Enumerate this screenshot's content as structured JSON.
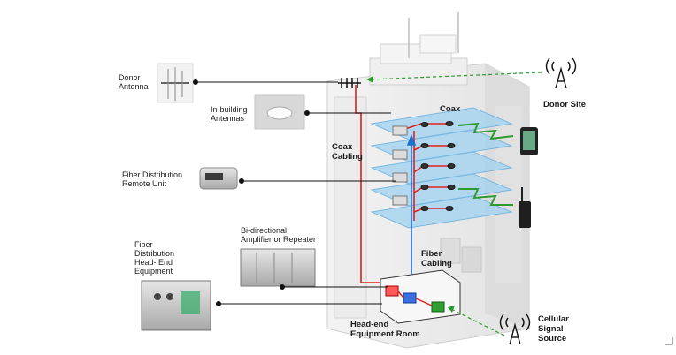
{
  "labels": {
    "donor_antenna": "Donor\nAntenna",
    "in_building_antennas": "In-building\nAntennas",
    "fiber_remote_unit": "Fiber Distribution\nRemote Unit",
    "bidirectional_amp": "Bi-directional\nAmplifier or Repeater",
    "fiber_head_end": "Fiber\nDistribution\nHead- End\nEquipment",
    "coax_cabling": "Coax\nCabling",
    "coax": "Coax",
    "fiber_cabling": "Fiber\nCabling",
    "head_end_room": "Head-end\nEquipment Room",
    "donor_site": "Donor Site",
    "cellular_signal_source": "Cellular\nSignal\nSource"
  },
  "colors": {
    "floor_blue": "#9fd2f2",
    "coax_red": "#e02020",
    "fiber_blue": "#1f6fd0",
    "wireless_green": "#2f9a2f",
    "leader_black": "#111111",
    "building_gray": "#e7e7e7"
  }
}
